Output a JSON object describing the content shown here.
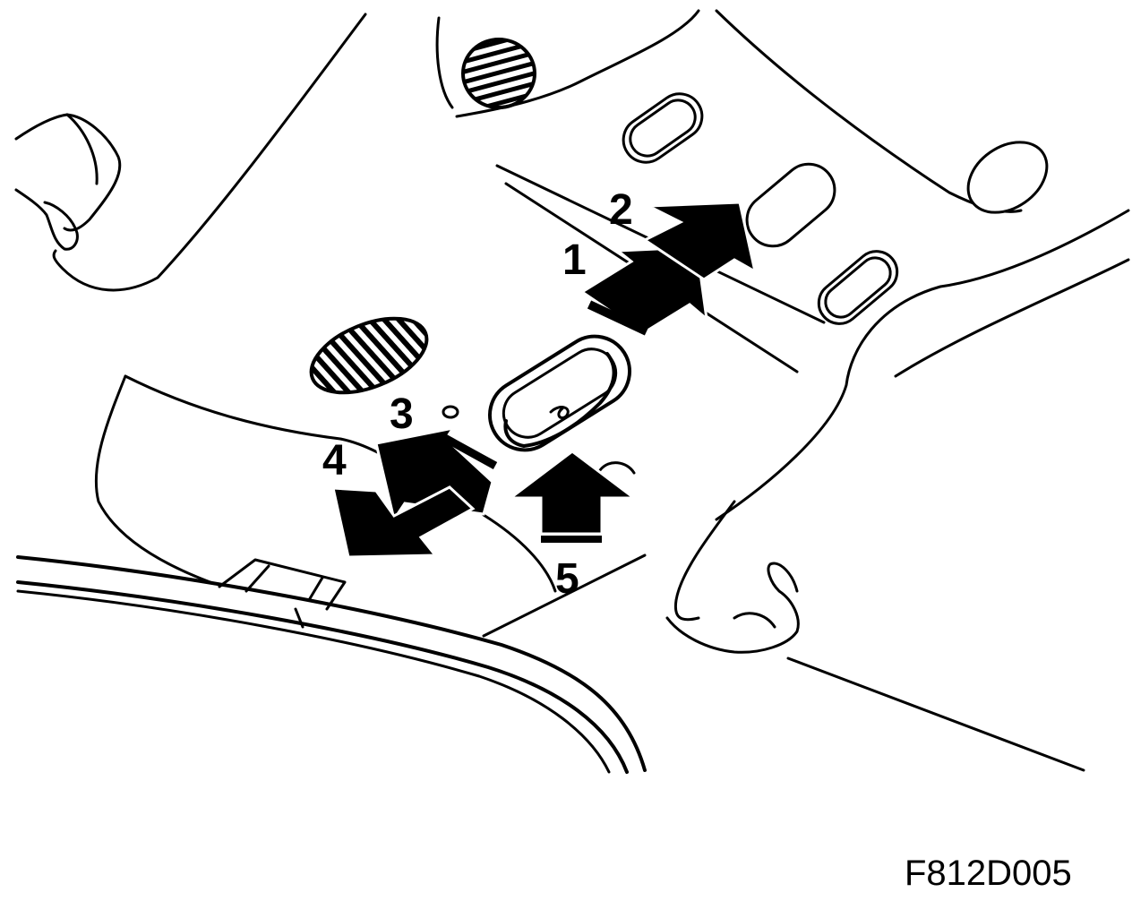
{
  "figure_id": "F812D005",
  "callouts": {
    "step1": "1",
    "step2": "2",
    "step3": "3",
    "step4": "4",
    "step5": "5"
  },
  "colors": {
    "ink": "#000000",
    "paper": "#ffffff"
  }
}
